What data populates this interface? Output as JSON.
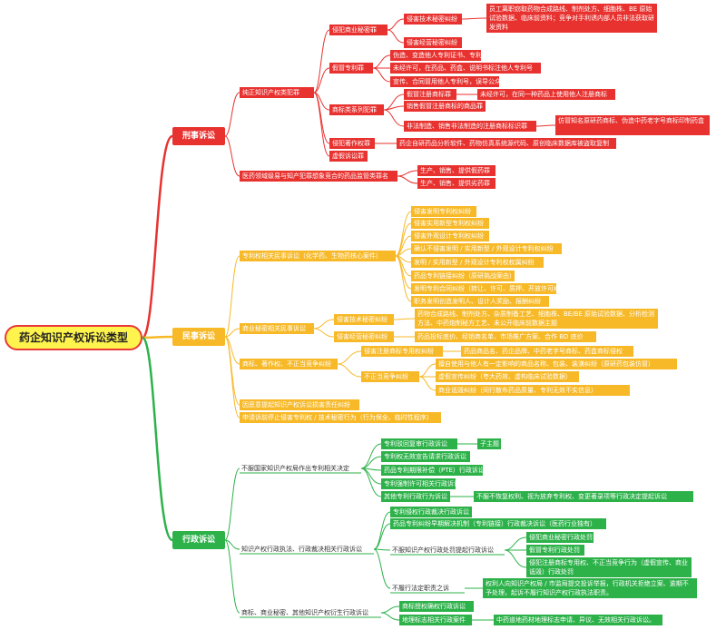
{
  "root": "药企知识产权诉讼类型",
  "criminal": {
    "title": "刑事诉讼",
    "branch1": "纯正知识产权类犯罪",
    "trade_secret": "侵犯商业秘密罪",
    "ts_tech": "侵害技术秘密纠纷",
    "ts_tech_note": "员工离职窃取药物合成路线、制剂处方、细胞株、BE 原始试验数据、临床前资料；竞争对手利诱内部人员非法获取研发资料",
    "ts_business": "侵害经营秘密纠纷",
    "patent_fake": "假冒专利罪",
    "pf_items": [
      "伪造、变造他人专利证书、专利文件",
      "未经许可，在药品、药盒、说明书标注他人专利号",
      "宣传、合同冒用他人专利号，误导公众"
    ],
    "trademark": "商标类系列犯罪",
    "tm_fake": "假冒注册商标罪",
    "tm_fake_note": "未经许可，在同一种药品上使用他人注册商标",
    "tm_sell": "销售假冒注册商标的商品罪",
    "tm_illegal": "非法制造、销售非法制造的注册商标标识罪",
    "tm_illegal_note": "仿冒知名原研药商标、伪造中药老字号商标印制药盒",
    "copyright": "侵犯著作权罪",
    "copyright_note": "药企自研药品分析软件、药物仿真系统源代码、原创临床数据库被盗取复制",
    "false_suit": "虚假诉讼罪",
    "branch2": "医药领域级易与知产犯罪想象竞合的药品监管类罪名",
    "b2_items": [
      "生产、销售、提供假药罪",
      "生产、销售、提供劣药罪"
    ]
  },
  "civil": {
    "title": "民事诉讼",
    "patent": "专利权相关民事诉讼（化学药、生物药核心案件）",
    "patent_items": [
      "侵害发明专利权纠纷",
      "侵害实用新型专利权纠纷",
      "侵害外观设计专利权纠纷",
      "确认不侵害发明 / 实用新型 / 外观设计专利权纠纷",
      "发明 / 实用新型 / 外观设计专利权权属纠纷",
      "药品专利链接纠纷（原研挑战案由）",
      "发明专利合同纠纷（转让、许可、质押、开放许可纠纷）",
      "职务发明创造发明人、设计人奖励、报酬纠纷"
    ],
    "secret": "商业秘密相关民事诉讼",
    "secret_tech": "侵害技术秘密纠纷",
    "secret_tech_note": "药物合成路线、制剂处方、杂质制备工艺、细胞株、BE/BE 原始试验数据、分析检测方法、中药炮制秘方工艺、未公开临床前数据主题",
    "secret_biz": "侵害经营秘密纠纷",
    "secret_biz_note": "药品投标底价、经销商名单、市场推广方案、合作 BD 底价",
    "tm": "商标、著作权、不正当竞争纠纷",
    "tm_reg": "侵害注册商标专用权纠纷",
    "tm_reg_note": "药品商品名、药企品牌、中药老字号商标、药盒商标侵权",
    "unfair": "不正当竞争纠纷",
    "unfair_items": [
      "擅自使用与他人有一定影响的商品名称、包装、装潢纠纷（原研药包装仿冒）",
      "虚假宣传纠纷（夸大药效、虚构临床试验数据）",
      "商业诋毁纠纷（同行散布药品质量、专利无效不实信息）"
    ],
    "malicious": "因恶意提起知识产权诉讼损害责任纠纷",
    "preservation": "申请诉前停止侵害专利权 / 技术秘密行为（行为保全、临时性程序）"
  },
  "admin": {
    "title": "行政诉讼",
    "g1": "不服国家知识产权局作出专利相关决定",
    "g1_items": [
      "专利驳回复审行政诉讼",
      "专利权无效宣告请求行政诉讼",
      "药品专利期限补偿（PTE）行政诉讼",
      "专利强制许可相关行政诉讼",
      "其他专利行政行为诉讼"
    ],
    "g1_sub_note": "子主题",
    "g1_other_note": "不服不恢复权利、视为放弃专利权、变更著录项等行政决定提起诉讼",
    "g2": "知识产权行政执法、行政裁决相关行政诉讼",
    "g2_items": [
      "专利侵权行政裁决行政诉讼",
      "药品专利纠纷早期解决机制（专利链接）行政裁决诉讼（医药行业独有）"
    ],
    "g2_punish": "不服知识产权行政处罚提起行政诉讼",
    "g2_punish_items": [
      "侵犯商业秘密行政处罚",
      "假冒专利行政处罚",
      "侵犯注册商标专用权、不正当竞争行为（虚假宣传、商业诋毁）行政处罚"
    ],
    "g2_inaction": "不履行法定职责之诉",
    "g2_inaction_note": "权利人向知识产权局 / 市监局提交投诉举报，行政机关拒绝立案、逾期不予处理，起诉不履行知识产权行政执法职责。",
    "g3": "商标、商业秘密、其他知识产权衍生行政诉讼",
    "g3_items": [
      "商标授权确权行政诉讼",
      "地理标志相关行政案件"
    ],
    "g3_note": "中药道地药材地理标志申请、异议、无效相关行政诉讼。"
  },
  "colors": {
    "criminal": "#e8322f",
    "civil": "#f7b928",
    "admin": "#2db24a"
  }
}
